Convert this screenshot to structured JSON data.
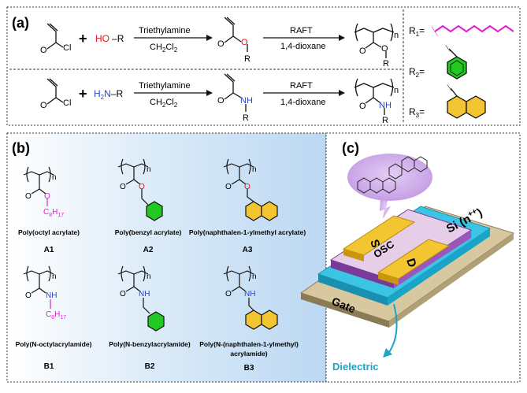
{
  "panel_a": {
    "label": "(a)",
    "row1": {
      "reagent": "HO–R",
      "reagent_ho": "HO",
      "reagent_r": "R",
      "arrow1_top": "Triethylamine",
      "arrow1_bottom": "CH2Cl2",
      "arrow2_top": "RAFT",
      "arrow2_bottom": "1,4-dioxane"
    },
    "row2": {
      "reagent_h2n": "H2N",
      "reagent_r": "R",
      "arrow1_top": "Triethylamine",
      "arrow1_bottom": "CH2Cl2",
      "arrow2_top": "RAFT",
      "arrow2_bottom": "1,4-dioxane"
    },
    "cl": "Cl",
    "o": "O",
    "nh": "NH",
    "r": "R",
    "n": "n",
    "plus": "+",
    "r_groups": {
      "r1": "R1=",
      "r2": "R2=",
      "r3": "R3="
    }
  },
  "panel_b": {
    "label": "(b)",
    "polymers": [
      {
        "name": "Poly(octyl acrylate)",
        "code": "A1",
        "sub": "C8H17"
      },
      {
        "name": "Poly(benzyl acrylate)",
        "code": "A2"
      },
      {
        "name": "Poly(naphthalen-1-ylmethyl acrylate)",
        "code": "A3"
      },
      {
        "name": "Poly(N-octylacrylamide)",
        "code": "B1",
        "sub": "C8H17"
      },
      {
        "name": "Poly(N-benzylacrylamide)",
        "code": "B2"
      },
      {
        "name_line1": "Poly(N-(naphthalen-1-ylmethyl)",
        "name_line2": "acrylamide)",
        "code": "B3"
      }
    ]
  },
  "panel_c": {
    "label": "(c)",
    "substrate_label": "Si (n++)",
    "gate_label": "Gate",
    "source_label": "S",
    "drain_label": "D",
    "osc_label": "OSC",
    "dielectric_label": "Dielectric"
  },
  "colors": {
    "red": "#e8141b",
    "blue": "#2a45c8",
    "magenta": "#e020d0",
    "green": "#22c922",
    "yellow": "#f3c531",
    "teal": "#1aa5c8",
    "purple_bubble": "#cda6e8",
    "panel_b_blue": "#c6dff5"
  }
}
